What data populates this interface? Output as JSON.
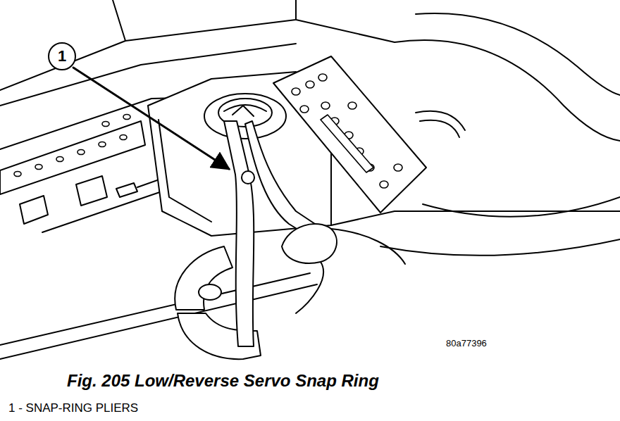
{
  "diagram": {
    "caption": "Fig. 205 Low/Reverse Servo Snap Ring",
    "nodes": [
      {
        "text": [
          "1"
        ]
      }
    ],
    "labels": [
      "80a77396",
      "1 - SNAP-RING PLIERS"
    ]
  }
}
